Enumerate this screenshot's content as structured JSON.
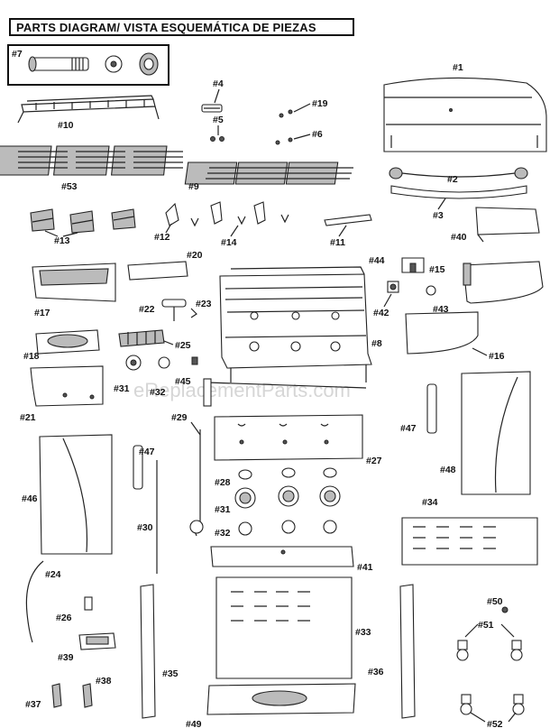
{
  "header": {
    "title": "PARTS DIAGRAM/ VISTA ESQUEMÁTICA DE PIEZAS"
  },
  "watermark": "eReplacementParts.com",
  "labels": {
    "p1": "#1",
    "p2": "#2",
    "p3": "#3",
    "p4": "#4",
    "p5": "#5",
    "p6": "#6",
    "p7": "#7",
    "p8": "#8",
    "p9": "#9",
    "p10": "#10",
    "p11": "#11",
    "p12": "#12",
    "p13": "#13",
    "p14": "#14",
    "p15": "#15",
    "p16": "#16",
    "p17": "#17",
    "p18": "#18",
    "p19": "#19",
    "p20": "#20",
    "p21": "#21",
    "p22": "#22",
    "p23": "#23",
    "p24": "#24",
    "p25": "#25",
    "p26": "#26",
    "p27": "#27",
    "p28": "#28",
    "p29": "#29",
    "p30": "#30",
    "p31a": "#31",
    "p31b": "#31",
    "p32a": "#32",
    "p32b": "#32",
    "p33": "#33",
    "p34": "#34",
    "p35": "#35",
    "p36": "#36",
    "p37": "#37",
    "p38": "#38",
    "p39": "#39",
    "p40": "#40",
    "p41": "#41",
    "p42": "#42",
    "p43": "#43",
    "p44": "#44",
    "p45": "#45",
    "p46": "#46",
    "p47a": "#47",
    "p47b": "#47",
    "p48": "#48",
    "p49": "#49",
    "p50": "#50",
    "p51": "#51",
    "p52": "#52",
    "p53": "#53"
  }
}
